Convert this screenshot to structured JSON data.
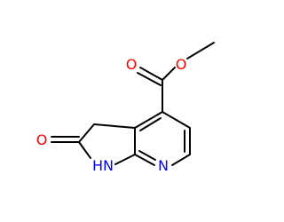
{
  "structure": {
    "atoms": {
      "carbonyl_oxygen": {
        "label": "O",
        "color": "#ff0000"
      },
      "ester_oxygen": {
        "label": "O",
        "color": "#ff0000"
      },
      "lactam_oxygen": {
        "label": "O",
        "color": "#ff0000"
      },
      "lactam_nitrogen": {
        "label": "HN",
        "color": "#0000ff"
      },
      "pyridine_nitrogen": {
        "label": "N",
        "color": "#0000ff"
      }
    },
    "bond_color": "#000000"
  }
}
